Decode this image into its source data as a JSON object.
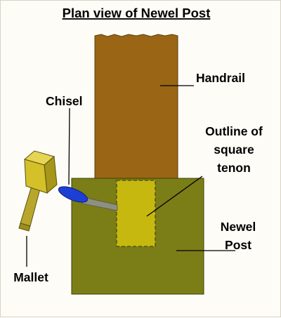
{
  "title": "Plan view of Newel Post",
  "labels": {
    "handrail": "Handrail",
    "chisel": "Chisel",
    "outline": [
      "Outline of",
      "square",
      "tenon"
    ],
    "newel": [
      "Newel",
      "Post"
    ],
    "mallet": "Mallet"
  },
  "colors": {
    "handrail": "#9a6615",
    "newel_post": "#7b7d17",
    "tenon": "#c7b80f",
    "mallet_head": "#d4c029",
    "mallet_handle": "#b8a72c",
    "chisel_handle": "#1d3fd6",
    "chisel_blade": "#8d8f80",
    "background": "#fdfcf7"
  }
}
